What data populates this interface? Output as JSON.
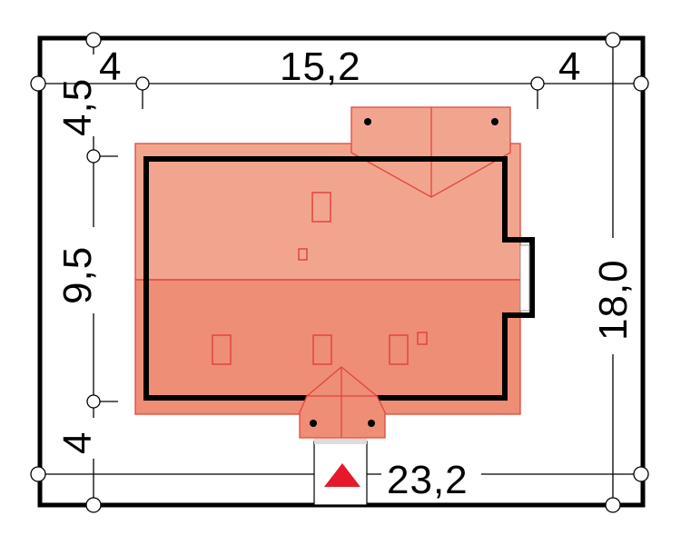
{
  "dimensions": {
    "top_left_offset": "4",
    "top_width": "15,2",
    "top_right_offset": "4",
    "left_top_setback": "4,5",
    "left_house_depth": "9,5",
    "left_bottom_setback": "4",
    "plot_width": "23,2",
    "plot_depth": "18,0"
  },
  "colors": {
    "plot_border": "#000000",
    "roof_upper": "#f2a58e",
    "roof_lower": "#ee8e76",
    "roof_edge": "#e0473c",
    "wall": "#000000",
    "entrance_marker": "#e5192a",
    "node_fill": "#ffffff"
  },
  "icons": {
    "entrance": "entrance-triangle-icon",
    "node": "dimension-node-circle"
  }
}
